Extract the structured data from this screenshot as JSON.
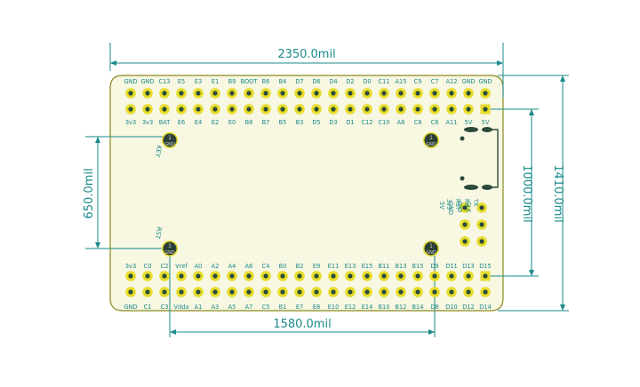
{
  "colors": {
    "line": "#1a8a8a",
    "board_fill": "#f7f7e2",
    "board_outline": "#8a8a1e",
    "pad_outer": "#e6dc2a",
    "pad_inner": "#2c4a3a",
    "hole": "#2b3f38",
    "text": "#1a8a8a"
  },
  "dimensions": {
    "width_total": "2350.0mil",
    "height_total": "1410.0mil",
    "hole_vertical": "650.0mil",
    "pad_vertical": "1000.0mil",
    "hole_horizontal": "1580.0mil"
  },
  "top_header": {
    "top_labels": [
      "GND",
      "GND",
      "C13",
      "E5",
      "E3",
      "E1",
      "B9",
      "BOOT",
      "B6",
      "B4",
      "D7",
      "D6",
      "D4",
      "D2",
      "D0",
      "C11",
      "A15",
      "C9",
      "C7",
      "A12",
      "GND",
      "GND"
    ],
    "bottom_labels": [
      "3v3",
      "3v3",
      "BAT",
      "E6",
      "E4",
      "E2",
      "E0",
      "B8",
      "B7",
      "B5",
      "B3",
      "D5",
      "D3",
      "D1",
      "C12",
      "C10",
      "A8",
      "C8",
      "C6",
      "A11",
      "5V",
      "5V"
    ]
  },
  "bottom_header": {
    "top_labels": [
      "3v3",
      "C0",
      "C2",
      "Vref",
      "A0",
      "A2",
      "A4",
      "A6",
      "C4",
      "B0",
      "B2",
      "E9",
      "E11",
      "E13",
      "E15",
      "B11",
      "B13",
      "B15",
      "D9",
      "D11",
      "D13",
      "D15"
    ],
    "bottom_labels": [
      "GND",
      "C1",
      "C3",
      "Vdda",
      "A1",
      "A3",
      "A5",
      "A7",
      "C5",
      "B1",
      "E7",
      "E8",
      "E10",
      "E12",
      "E14",
      "B10",
      "B12",
      "B14",
      "D8",
      "D10",
      "D12",
      "D14"
    ]
  },
  "side_header": {
    "row1": [
      "3v3",
      "RST",
      "RX",
      "TX"
    ],
    "row2": [
      "5V",
      "GND",
      "DIO",
      "CLK"
    ]
  },
  "mount_holes": {
    "number": "1",
    "net": "GND"
  },
  "silk": {
    "key": "KEY",
    "rst": "RST"
  }
}
